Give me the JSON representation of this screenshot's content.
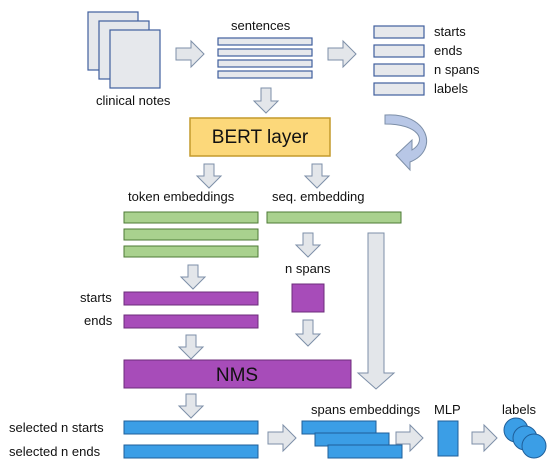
{
  "labels": {
    "clinical_notes": "clinical notes",
    "sentences": "sentences",
    "starts_top": "starts",
    "ends_top": "ends",
    "n_spans_top": "n spans",
    "labels_top": "labels",
    "bert_layer": "BERT layer",
    "token_embeddings": "token embeddings",
    "seq_embedding": "seq. embedding",
    "n_spans_mid": "n spans",
    "starts_mid": "starts",
    "ends_mid": "ends",
    "nms": "NMS",
    "selected_n_starts": "selected n starts",
    "selected_n_ends": "selected n ends",
    "spans_embeddings": "spans embeddings",
    "mlp": "MLP",
    "labels_out": "labels"
  },
  "colors": {
    "bert_fill": "#fcd87a",
    "bert_stroke": "#c49a2c",
    "green": "#a9d18e",
    "purple": "#a74cb9",
    "blue": "#3b9ee6",
    "grey": "#e6e8ec"
  }
}
